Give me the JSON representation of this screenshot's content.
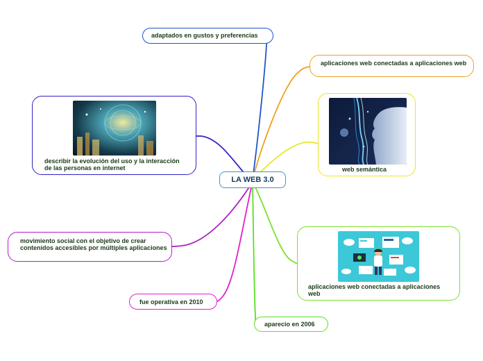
{
  "central": {
    "title": "LA WEB 3.0"
  },
  "nodes": {
    "adaptados": {
      "text": "adaptados en gustos y preferencias",
      "color": "#1e56c8"
    },
    "aplicaciones_top": {
      "text": "aplicaciones web conectadas a aplicaciones web",
      "color": "#f0a020"
    },
    "semantica": {
      "text": "web semántica",
      "color": "#e8e820"
    },
    "aplicaciones_bottom": {
      "text": "aplicaciones web conectadas a aplicaciones web",
      "color": "#7ce030"
    },
    "aparecio": {
      "text": "aparecio en 2006",
      "color": "#58e020"
    },
    "operativa": {
      "text": "fue operativa en 2010",
      "color": "#e020c8"
    },
    "movimiento": {
      "text": "movimiento social con el objetivo de crear contenidos accesibles por múltiples aplicaciones",
      "color": "#b020c8"
    },
    "describir": {
      "text": "describir la evolución del uso y la interacción de las personas en internet",
      "color": "#3020c8"
    }
  }
}
